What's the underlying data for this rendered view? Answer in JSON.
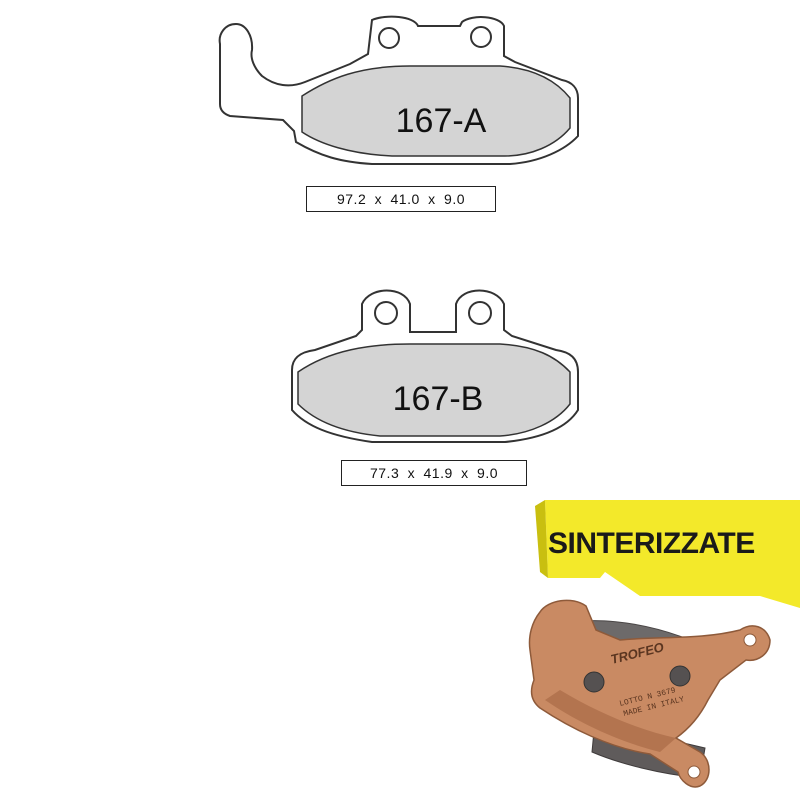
{
  "pads": [
    {
      "label": "167-A",
      "dimensions": "97.2 x 41.0 x 9.0"
    },
    {
      "label": "167-B",
      "dimensions": "77.3 x 41.9 x 9.0"
    }
  ],
  "product": {
    "compound_badge": "SINTERIZZATE",
    "brand_marking": "TROFEO",
    "lot_marking": "LOTTO N 3679",
    "origin_marking": "MADE IN ITALY"
  },
  "colors": {
    "friction_fill": "#d4d4d4",
    "outline": "#333333",
    "banner_yellow": "#f3e92a",
    "backplate_copper": "#c98a63"
  }
}
